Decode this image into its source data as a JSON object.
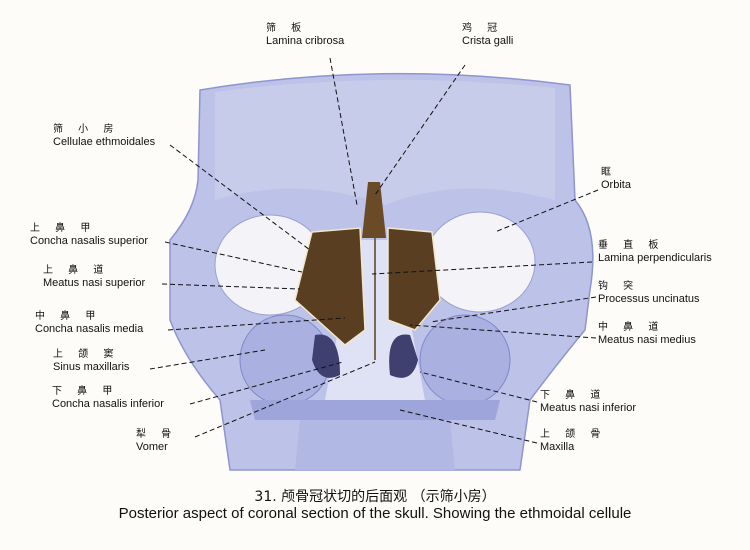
{
  "labels": [
    {
      "id": "lamina-cribrosa",
      "zh": "筛 板",
      "en": "Lamina cribrosa"
    },
    {
      "id": "crista-galli",
      "zh": "鸡 冠",
      "en": "Crista galli"
    },
    {
      "id": "cellulae-ethmoidales",
      "zh": "筛 小 房",
      "en": "Cellulae ethmoidales"
    },
    {
      "id": "orbita",
      "zh": "眶",
      "en": "Orbita"
    },
    {
      "id": "concha-nasalis-superior",
      "zh": "上 鼻 甲",
      "en": "Concha nasalis superior"
    },
    {
      "id": "meatus-nasi-superior",
      "zh": "上 鼻 道",
      "en": "Meatus nasi superior"
    },
    {
      "id": "lamina-perpendicularis",
      "zh": "垂 直 板",
      "en": "Lamina perpendicularis"
    },
    {
      "id": "processus-uncinatus",
      "zh": "钩 突",
      "en": "Processus uncinatus"
    },
    {
      "id": "concha-nasalis-media",
      "zh": "中 鼻 甲",
      "en": "Concha nasalis media"
    },
    {
      "id": "meatus-nasi-medius",
      "zh": "中 鼻 道",
      "en": "Meatus nasi medius"
    },
    {
      "id": "sinus-maxillaris",
      "zh": "上 颌 窦",
      "en": "Sinus maxillaris"
    },
    {
      "id": "concha-nasalis-inferior",
      "zh": "下 鼻 甲",
      "en": "Concha nasalis inferior"
    },
    {
      "id": "vomer",
      "zh": "犁 骨",
      "en": "Vomer"
    },
    {
      "id": "meatus-nasi-inferior",
      "zh": "下 鼻 道",
      "en": "Meatus nasi inferior"
    },
    {
      "id": "maxilla",
      "zh": "上 颌 骨",
      "en": "Maxilla"
    }
  ],
  "caption": {
    "zh": "31.   颅骨冠状切的后面观  （示筛小房）",
    "en": "Posterior aspect of coronal section of the skull. Showing the ethmoidal cellule"
  },
  "colors": {
    "bone": "#b9bfe6",
    "bone_dark": "#8c93cc",
    "ethmoid": "#5a3e22",
    "background": "#fefcf9"
  }
}
